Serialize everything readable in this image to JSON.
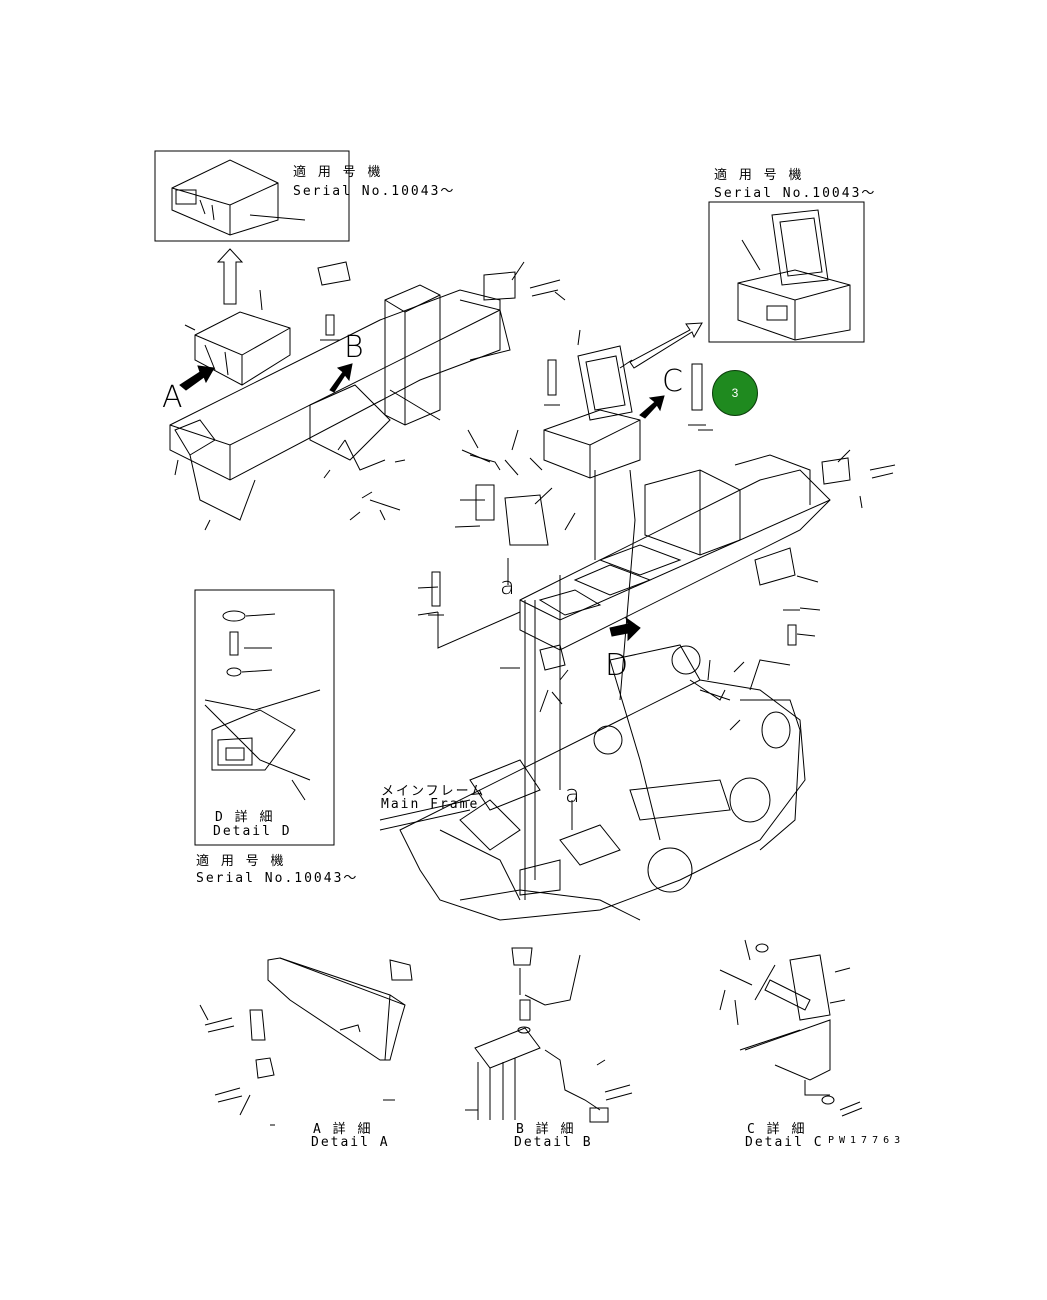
{
  "serial_notes": {
    "top_left": {
      "line1": "適 用 号 機",
      "line2": "Serial No.10043～"
    },
    "top_right": {
      "line1": "適 用 号 機",
      "line2": "Serial No.10043～"
    },
    "left_middle": {
      "line1": "適 用 号 機",
      "line2": "Serial No.10043～"
    }
  },
  "view_letters": {
    "A": "A",
    "B": "B",
    "C": "C",
    "D": "D",
    "a_upper": "a",
    "a_lower": "a"
  },
  "main_frame": {
    "jp": "メインフレーム",
    "en": "Main Frame"
  },
  "details": {
    "D": {
      "jp": "D 詳 細",
      "en": "Detail D"
    },
    "A": {
      "jp": "A 詳 細",
      "en": "Detail A"
    },
    "B": {
      "jp": "B 詳 細",
      "en": "Detail B"
    },
    "C": {
      "jp": "C 詳 細",
      "en": "Detail C"
    }
  },
  "callout": {
    "number": "3",
    "color": "#1f8a1f"
  },
  "drawing_code": "PW17763"
}
